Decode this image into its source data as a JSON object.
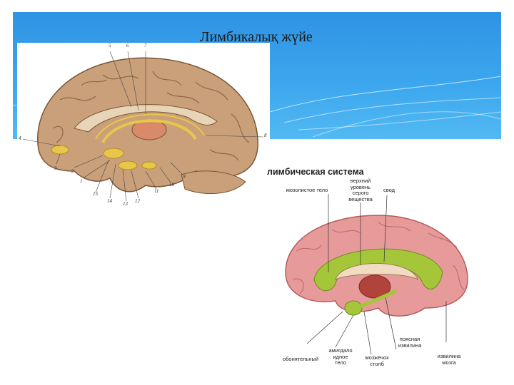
{
  "slide": {
    "title": "Лимбикалық жүйе",
    "colors": {
      "header": "#3aa3ec",
      "brain_tan": "#c9a07a",
      "brain_pink": "#e79a9a",
      "limbic_green": "#a6c63a",
      "limbic_yellow": "#e8c64a"
    }
  },
  "top_diagram": {
    "numbers": [
      "5",
      "6",
      "7",
      "4",
      "8",
      "3",
      "2",
      "1",
      "9",
      "10",
      "11",
      "12",
      "13",
      "14",
      "15"
    ]
  },
  "bottom_diagram": {
    "heading": "лимбическая система",
    "labels": {
      "left_top": "мозолистое тело",
      "center_top": [
        "верхний",
        "уровень",
        "серого",
        "вещества"
      ],
      "right_top": "свод",
      "right_mid": [
        "поясная",
        "извилина"
      ],
      "bottom_1": [
        "амигдало",
        "идное",
        "тело"
      ],
      "bottom_2": "обонятельный",
      "bottom_3": [
        "мозжечок",
        "столб"
      ],
      "bottom_4": [
        "извилина",
        "мозга"
      ]
    }
  }
}
